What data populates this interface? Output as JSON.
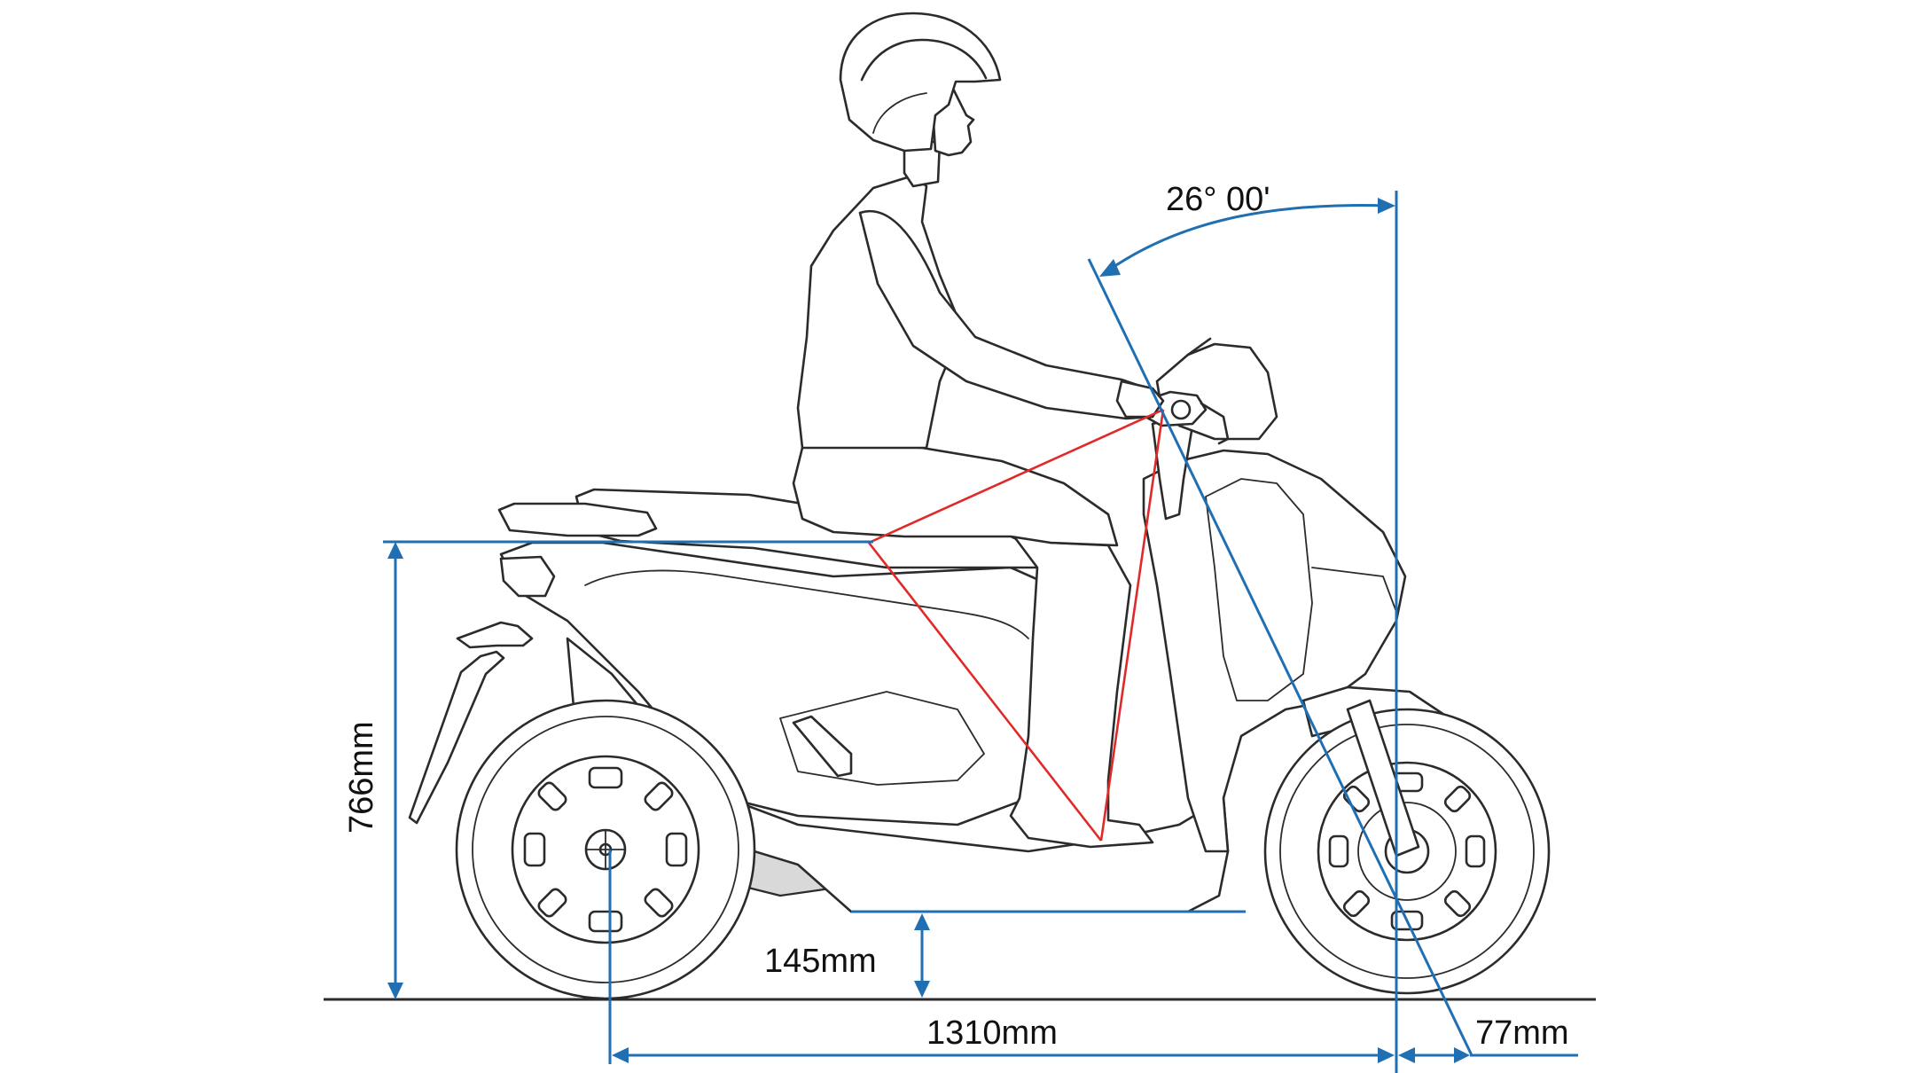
{
  "dimensions": {
    "seat_height": "766mm",
    "ground_clearance": "145mm",
    "wheelbase": "1310mm",
    "trail": "77mm",
    "caster_angle": "26° 00'"
  },
  "colors": {
    "dimension_line": "#1f6fb2",
    "ergonomic_triangle": "#e02a2a",
    "outline": "#2b2b2b"
  },
  "figures": [
    "rider-silhouette",
    "scooter-side-view"
  ]
}
